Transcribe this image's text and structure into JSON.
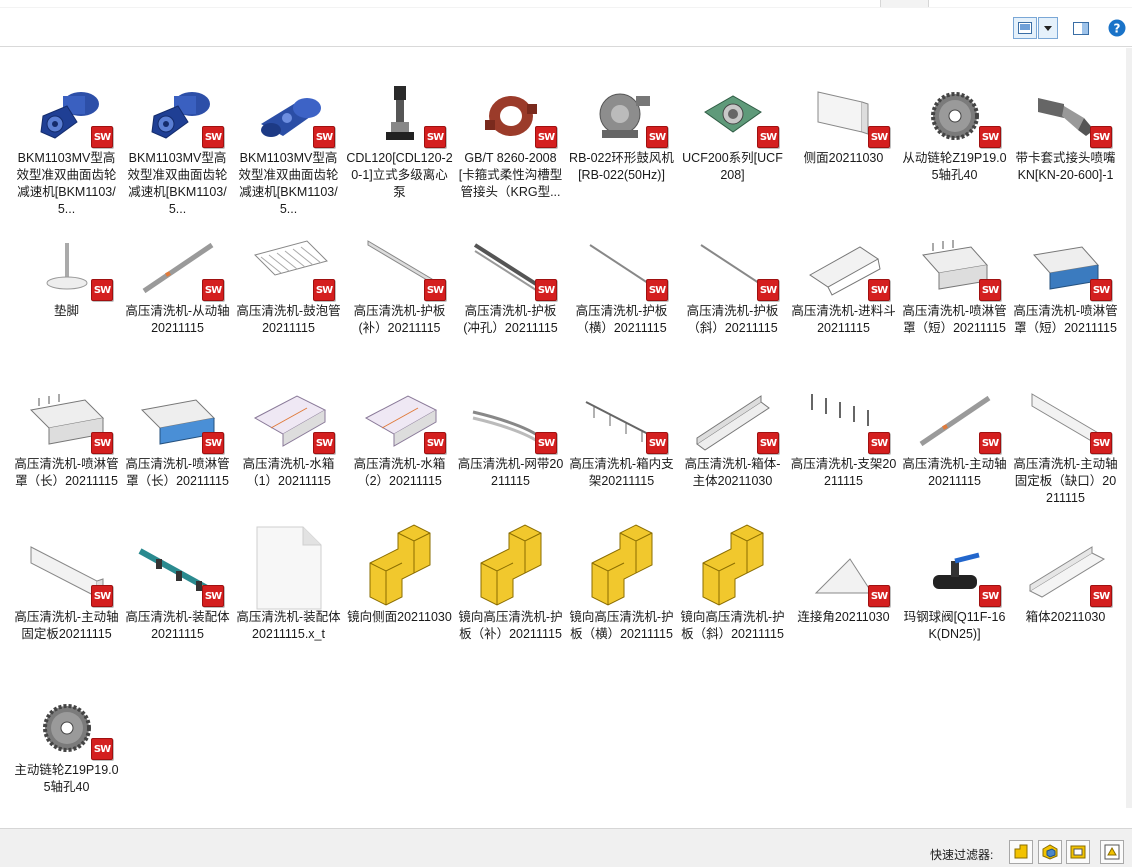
{
  "toolbar": {
    "view_icon": "thumbnail-view-icon",
    "pane_icon": "preview-pane-icon",
    "help_label": "?"
  },
  "files": [
    {
      "label": "BKM1103MV型高效型准双曲面齿轮减速机[BKM1103/5...",
      "thumb": "gear-motor",
      "badge": "SW"
    },
    {
      "label": "BKM1103MV型高效型准双曲面齿轮减速机[BKM1103/5...",
      "thumb": "gear-motor",
      "badge": "SW"
    },
    {
      "label": "BKM1103MV型高效型准双曲面齿轮减速机[BKM1103/5...",
      "thumb": "motor",
      "badge": "SW"
    },
    {
      "label": "CDL120[CDL120-20-1]立式多级离心泵",
      "thumb": "pump",
      "badge": "SW"
    },
    {
      "label": "GB/T 8260-2008[卡箍式柔性沟槽型管接头（KRG型...",
      "thumb": "clamp",
      "badge": "SW"
    },
    {
      "label": "RB-022环形鼓风机[RB-022(50Hz)]",
      "thumb": "blower",
      "badge": "SW"
    },
    {
      "label": "UCF200系列[UCF208]",
      "thumb": "bearing",
      "badge": "SW"
    },
    {
      "label": "侧面20211030",
      "thumb": "plate",
      "badge": "SW"
    },
    {
      "label": "从动链轮Z19P19.05轴孔40",
      "thumb": "sprocket",
      "badge": "SW"
    },
    {
      "label": "带卡套式接头喷嘴KN[KN-20-600]-1",
      "thumb": "nozzle",
      "badge": "SW"
    },
    {
      "label": "垫脚",
      "thumb": "foot",
      "badge": "SW"
    },
    {
      "label": "高压清洗机-从动轴20211115",
      "thumb": "shaft",
      "badge": "SW"
    },
    {
      "label": "高压清洗机-鼓泡管20211115",
      "thumb": "ladder",
      "badge": "SW"
    },
    {
      "label": "高压清洗机-护板(补）20211115",
      "thumb": "guard",
      "badge": "SW"
    },
    {
      "label": "高压清洗机-护板(冲孔）20211115",
      "thumb": "rail",
      "badge": "SW"
    },
    {
      "label": "高压清洗机-护板（横）20211115",
      "thumb": "rod",
      "badge": "SW"
    },
    {
      "label": "高压清洗机-护板（斜）20211115",
      "thumb": "rod",
      "badge": "SW"
    },
    {
      "label": "高压清洗机-进料斗20211115",
      "thumb": "hopper",
      "badge": "SW"
    },
    {
      "label": "高压清洗机-喷淋管罩（短）20211115",
      "thumb": "box-short",
      "badge": "SW"
    },
    {
      "label": "高压清洗机-喷淋管罩（短）20211115",
      "thumb": "box-short-blue",
      "badge": "SW"
    },
    {
      "label": "高压清洗机-喷淋管罩（长）20211115",
      "thumb": "box-long",
      "badge": "SW"
    },
    {
      "label": "高压清洗机-喷淋管罩（长）20211115",
      "thumb": "box-long-blue",
      "badge": "SW"
    },
    {
      "label": "高压清洗机-水箱（1）20211115",
      "thumb": "tank",
      "badge": "SW"
    },
    {
      "label": "高压清洗机-水箱（2）20211115",
      "thumb": "tank",
      "badge": "SW"
    },
    {
      "label": "高压清洗机-网带20211115",
      "thumb": "belt",
      "badge": "SW"
    },
    {
      "label": "高压清洗机-箱内支架20211115",
      "thumb": "bracket",
      "badge": "SW"
    },
    {
      "label": "高压清洗机-箱体-主体20211030",
      "thumb": "channel",
      "badge": "SW"
    },
    {
      "label": "高压清洗机-支架20211115",
      "thumb": "supports",
      "badge": "SW"
    },
    {
      "label": "高压清洗机-主动轴20211115",
      "thumb": "shaft",
      "badge": "SW"
    },
    {
      "label": "高压清洗机-主动轴固定板（缺口）20211115",
      "thumb": "plate2",
      "badge": "SW"
    },
    {
      "label": "高压清洗机-主动轴固定板20211115",
      "thumb": "plate3",
      "badge": "SW"
    },
    {
      "label": "高压清洗机-装配体20211115",
      "thumb": "assembly",
      "badge": "SW"
    },
    {
      "label": "高压清洗机-装配体20211115.x_t",
      "thumb": "blank-doc",
      "badge": ""
    },
    {
      "label": "镜向侧面20211030",
      "thumb": "part",
      "badge": ""
    },
    {
      "label": "镜向高压清洗机-护板（补）20211115",
      "thumb": "part",
      "badge": ""
    },
    {
      "label": "镜向高压清洗机-护板（横）20211115",
      "thumb": "part",
      "badge": ""
    },
    {
      "label": "镜向高压清洗机-护板（斜）20211115",
      "thumb": "part",
      "badge": ""
    },
    {
      "label": "连接角20211030",
      "thumb": "corner",
      "badge": "SW"
    },
    {
      "label": "玛钢球阀[Q11F-16K(DN25)]",
      "thumb": "valve",
      "badge": "SW"
    },
    {
      "label": "箱体20211030",
      "thumb": "tray",
      "badge": "SW"
    },
    {
      "label": "主动链轮Z19P19.05轴孔40",
      "thumb": "sprocket",
      "badge": "SW"
    }
  ],
  "statusbar": {
    "filter_label": "快速过滤器:",
    "filters": [
      "filter-parts-icon",
      "filter-assemblies-icon",
      "filter-drawings-icon",
      "filter-top-level-icon"
    ]
  }
}
